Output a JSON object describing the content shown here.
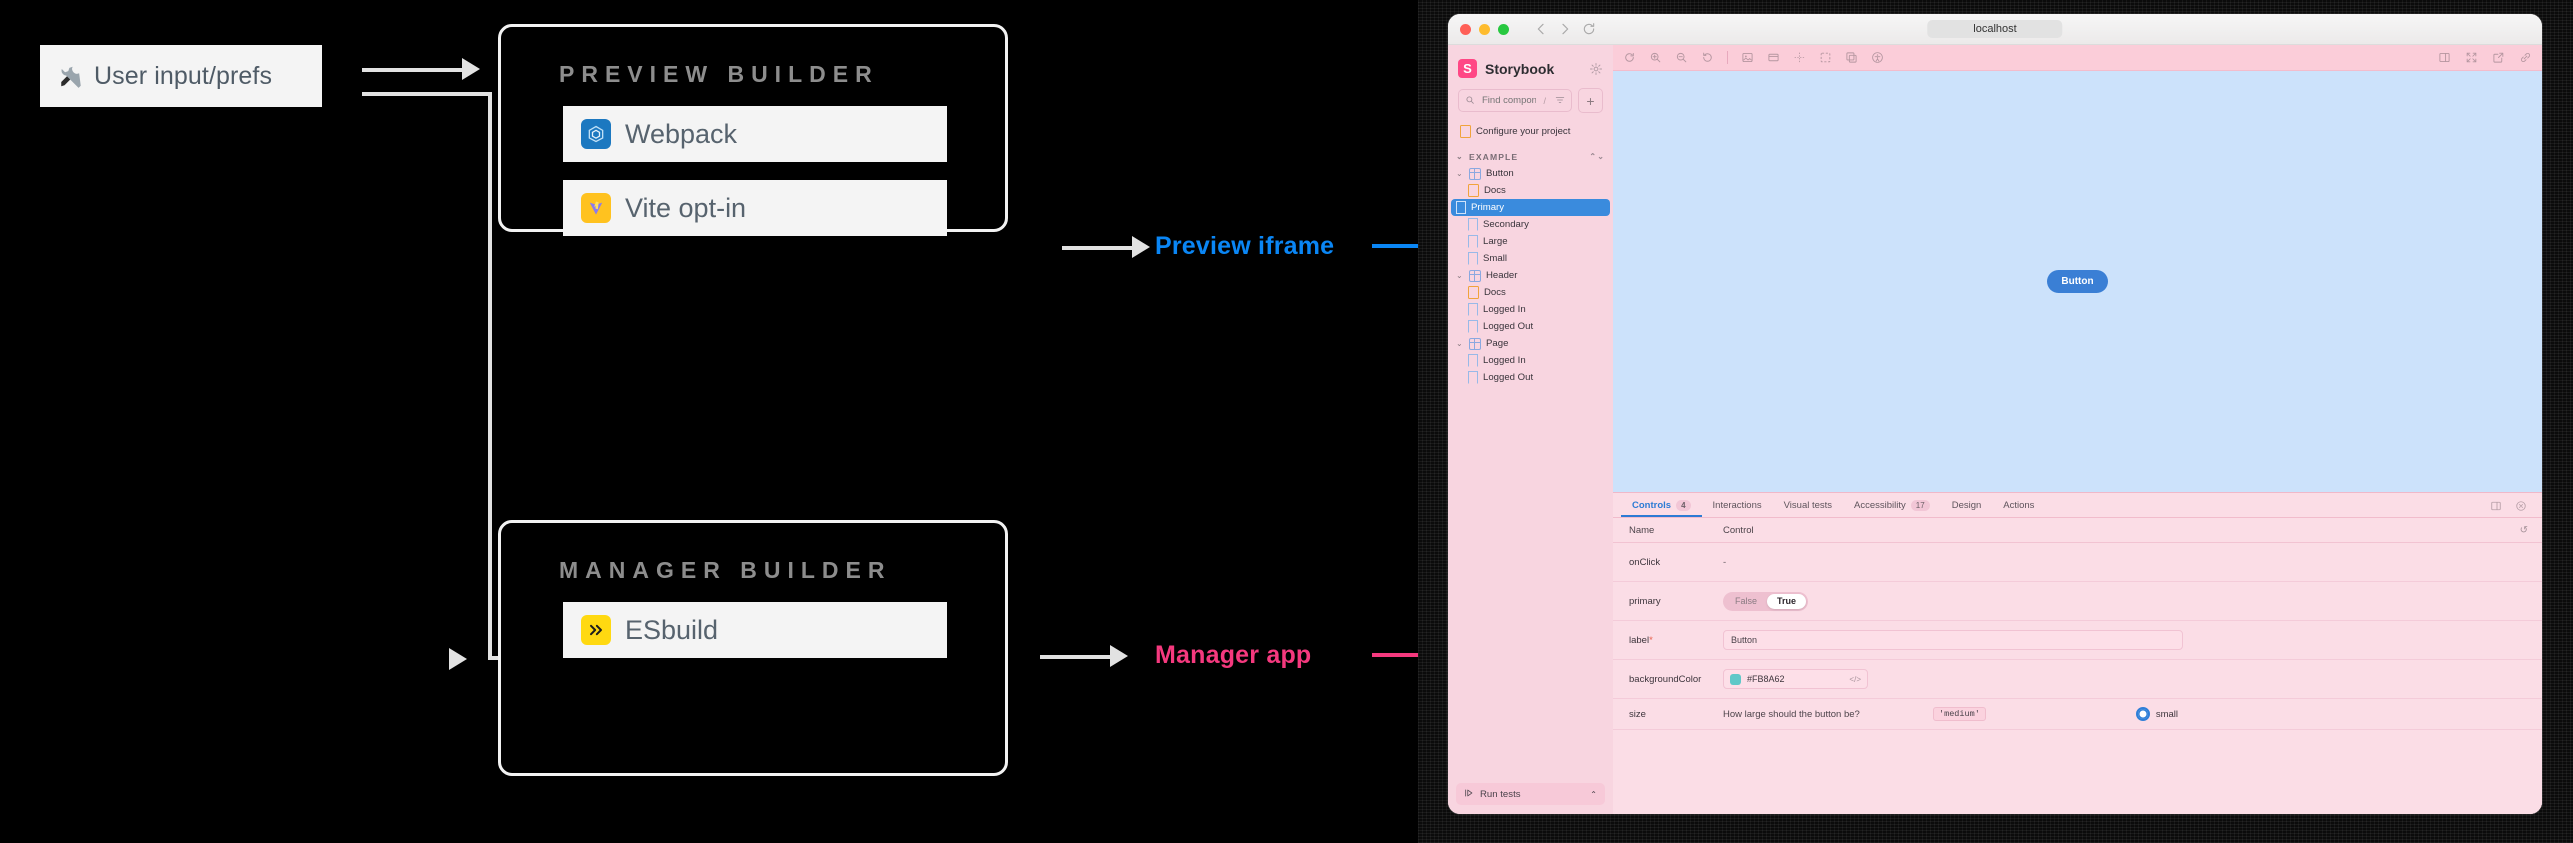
{
  "diagram": {
    "input_chip": {
      "label": "User input/prefs",
      "icon": "tools-icon"
    },
    "preview_panel": {
      "title": "PREVIEW BUILDER",
      "rows": [
        {
          "label": "Webpack",
          "icon": "webpack-icon",
          "color": "#1c78c0"
        },
        {
          "label": "Vite opt-in",
          "icon": "vite-icon",
          "color": "#ffc21f"
        }
      ]
    },
    "manager_panel": {
      "title": "MANAGER BUILDER",
      "rows": [
        {
          "label": "ESbuild",
          "icon": "esbuild-icon",
          "color": "#ffd породmap"
        }
      ]
    },
    "annotations": [
      {
        "label": "Preview iframe",
        "color": "#0a86f5"
      },
      {
        "label": "Manager app",
        "color": "#f5397e"
      }
    ]
  },
  "browser": {
    "url": "localhost",
    "traffic_lights": [
      "#ff5f57",
      "#febc2e",
      "#28c840"
    ],
    "nav": [
      "back-icon",
      "forward-icon",
      "reload-icon"
    ]
  },
  "storybook": {
    "brand": {
      "name": "Storybook",
      "mark": "S"
    },
    "search": {
      "placeholder": "Find components",
      "shortcut": "/"
    },
    "create_label": "+",
    "quick_link": "Configure your project",
    "section": "EXAMPLE",
    "tree": [
      {
        "label": "Button",
        "type": "component",
        "level": 0,
        "expanded": true,
        "selected": false
      },
      {
        "label": "Docs",
        "type": "docs",
        "level": 1,
        "selected": false
      },
      {
        "label": "Primary",
        "type": "story",
        "level": 1,
        "selected": true
      },
      {
        "label": "Secondary",
        "type": "story",
        "level": 1,
        "selected": false
      },
      {
        "label": "Large",
        "type": "story",
        "level": 1,
        "selected": false
      },
      {
        "label": "Small",
        "type": "story",
        "level": 1,
        "selected": false
      },
      {
        "label": "Header",
        "type": "component",
        "level": 0,
        "expanded": true,
        "selected": false
      },
      {
        "label": "Docs",
        "type": "docs",
        "level": 1,
        "selected": false
      },
      {
        "label": "Logged In",
        "type": "story",
        "level": 1,
        "selected": false
      },
      {
        "label": "Logged Out",
        "type": "story",
        "level": 1,
        "selected": false
      },
      {
        "label": "Page",
        "type": "component",
        "level": 0,
        "expanded": true,
        "selected": false
      },
      {
        "label": "Logged In",
        "type": "story",
        "level": 1,
        "selected": false
      },
      {
        "label": "Logged Out",
        "type": "story",
        "level": 1,
        "selected": false
      }
    ],
    "run_tests": "Run tests",
    "toolbar_left": [
      "reload-icon",
      "zoom-in-icon",
      "zoom-out-icon",
      "zoom-reset-icon",
      "background-icon",
      "grid-icon",
      "measure-icon",
      "outline-icon",
      "viewport-icon",
      "accessibility-icon"
    ],
    "toolbar_right": [
      "panel-position-icon",
      "fullscreen-icon",
      "open-new-tab-icon",
      "copy-link-icon"
    ],
    "preview": {
      "button_label": "Button"
    },
    "panel": {
      "tabs": [
        {
          "label": "Controls",
          "badge": "4",
          "active": true
        },
        {
          "label": "Interactions",
          "badge": "",
          "active": false
        },
        {
          "label": "Visual tests",
          "badge": "",
          "active": false
        },
        {
          "label": "Accessibility",
          "badge": "17",
          "active": false
        },
        {
          "label": "Design",
          "badge": "",
          "active": false
        },
        {
          "label": "Actions",
          "badge": "",
          "active": false
        }
      ],
      "columns": {
        "name": "Name",
        "control": "Control"
      },
      "reset_icon": "reset-icon",
      "rows": [
        {
          "name": "onClick",
          "required": false,
          "kind": "none",
          "value": "-"
        },
        {
          "name": "primary",
          "required": false,
          "kind": "toggle",
          "options": [
            "False",
            "True"
          ],
          "value": "True"
        },
        {
          "name": "label",
          "required": true,
          "kind": "text",
          "value": "Button"
        },
        {
          "name": "backgroundColor",
          "required": false,
          "kind": "color",
          "value": "#FB8A62",
          "swatch": "#5fc8c8"
        },
        {
          "name": "size",
          "required": false,
          "kind": "radio",
          "description": "How large should the button be?",
          "default": "'medium'",
          "value": "small"
        }
      ]
    }
  }
}
